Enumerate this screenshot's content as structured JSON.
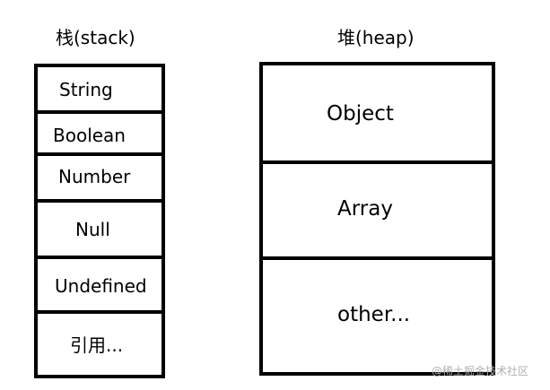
{
  "stack": {
    "title": "栈(stack)",
    "items": [
      "String",
      "Boolean",
      "Number",
      "Null",
      "Undefined",
      "引用..."
    ]
  },
  "heap": {
    "title": "堆(heap)",
    "items": [
      "Object",
      "Array",
      "other..."
    ]
  },
  "watermark": "@稀土掘金技术社区",
  "colors": {
    "stroke": "#000000",
    "background": "#ffffff",
    "watermark": "#b0b0b0"
  }
}
